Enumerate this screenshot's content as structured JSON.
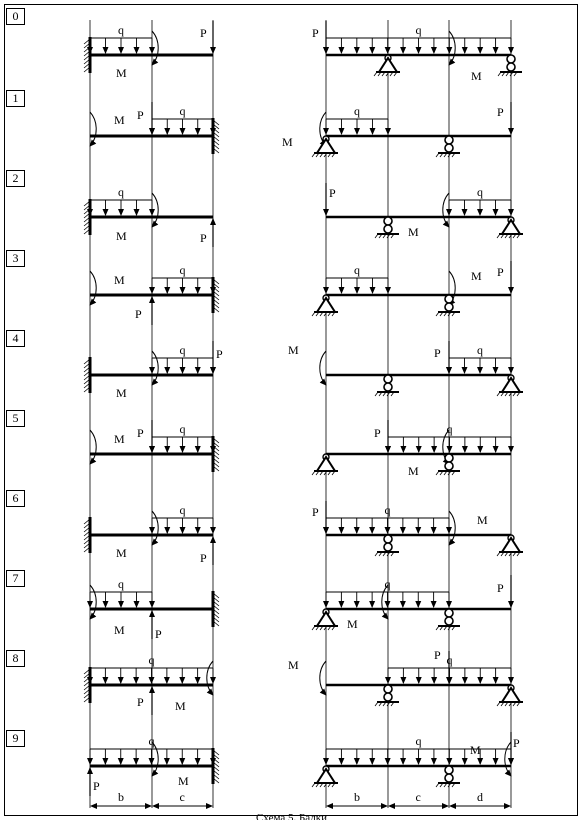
{
  "row_numbers": [
    "0",
    "1",
    "2",
    "3",
    "4",
    "5",
    "6",
    "7",
    "8",
    "9"
  ],
  "labels": {
    "q": "q",
    "P": "P",
    "M": "M",
    "b": "b",
    "c": "c",
    "d": "d"
  },
  "caption": "Схема 5. Балки"
}
